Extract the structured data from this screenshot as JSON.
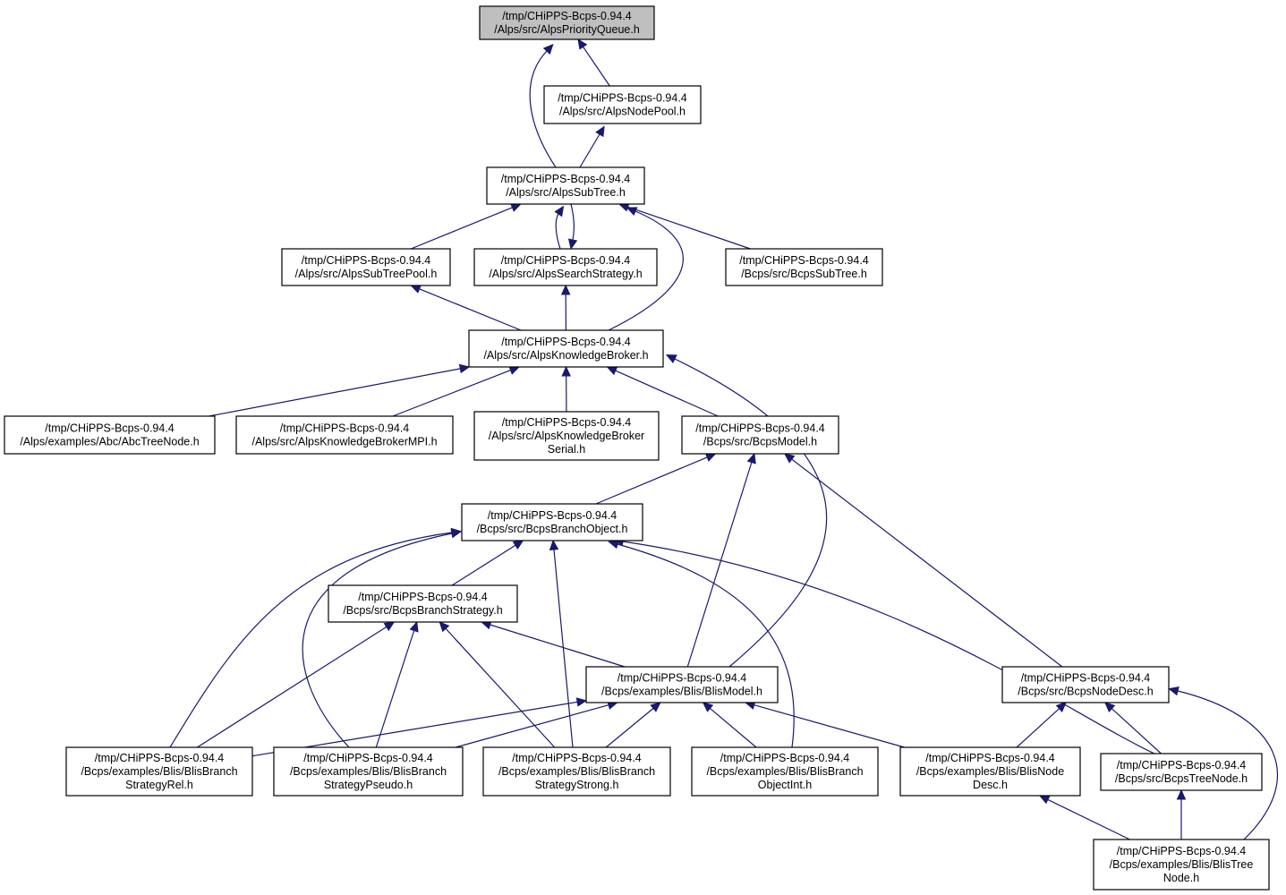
{
  "graph": {
    "nodes": [
      {
        "id": "pq",
        "lines": [
          "/tmp/CHiPPS-Bcps-0.94.4",
          "/Alps/src/AlpsPriorityQueue.h"
        ],
        "focus": true
      },
      {
        "id": "np",
        "lines": [
          "/tmp/CHiPPS-Bcps-0.94.4",
          "/Alps/src/AlpsNodePool.h"
        ]
      },
      {
        "id": "st",
        "lines": [
          "/tmp/CHiPPS-Bcps-0.94.4",
          "/Alps/src/AlpsSubTree.h"
        ]
      },
      {
        "id": "stp",
        "lines": [
          "/tmp/CHiPPS-Bcps-0.94.4",
          "/Alps/src/AlpsSubTreePool.h"
        ]
      },
      {
        "id": "ss",
        "lines": [
          "/tmp/CHiPPS-Bcps-0.94.4",
          "/Alps/src/AlpsSearchStrategy.h"
        ]
      },
      {
        "id": "bst",
        "lines": [
          "/tmp/CHiPPS-Bcps-0.94.4",
          "/Bcps/src/BcpsSubTree.h"
        ]
      },
      {
        "id": "kb",
        "lines": [
          "/tmp/CHiPPS-Bcps-0.94.4",
          "/Alps/src/AlpsKnowledgeBroker.h"
        ]
      },
      {
        "id": "abc",
        "lines": [
          "/tmp/CHiPPS-Bcps-0.94.4",
          "/Alps/examples/Abc/AbcTreeNode.h"
        ]
      },
      {
        "id": "kbmpi",
        "lines": [
          "/tmp/CHiPPS-Bcps-0.94.4",
          "/Alps/src/AlpsKnowledgeBrokerMPI.h"
        ]
      },
      {
        "id": "kbser",
        "lines": [
          "/tmp/CHiPPS-Bcps-0.94.4",
          "/Alps/src/AlpsKnowledgeBroker",
          "Serial.h"
        ]
      },
      {
        "id": "bm",
        "lines": [
          "/tmp/CHiPPS-Bcps-0.94.4",
          "/Bcps/src/BcpsModel.h"
        ]
      },
      {
        "id": "bbo",
        "lines": [
          "/tmp/CHiPPS-Bcps-0.94.4",
          "/Bcps/src/BcpsBranchObject.h"
        ]
      },
      {
        "id": "bbs",
        "lines": [
          "/tmp/CHiPPS-Bcps-0.94.4",
          "/Bcps/src/BcpsBranchStrategy.h"
        ]
      },
      {
        "id": "blm",
        "lines": [
          "/tmp/CHiPPS-Bcps-0.94.4",
          "/Bcps/examples/Blis/BlisModel.h"
        ]
      },
      {
        "id": "bnd",
        "lines": [
          "/tmp/CHiPPS-Bcps-0.94.4",
          "/Bcps/src/BcpsNodeDesc.h"
        ]
      },
      {
        "id": "bsrel",
        "lines": [
          "/tmp/CHiPPS-Bcps-0.94.4",
          "/Bcps/examples/Blis/BlisBranch",
          "StrategyRel.h"
        ]
      },
      {
        "id": "bsps",
        "lines": [
          "/tmp/CHiPPS-Bcps-0.94.4",
          "/Bcps/examples/Blis/BlisBranch",
          "StrategyPseudo.h"
        ]
      },
      {
        "id": "bsstr",
        "lines": [
          "/tmp/CHiPPS-Bcps-0.94.4",
          "/Bcps/examples/Blis/BlisBranch",
          "StrategyStrong.h"
        ]
      },
      {
        "id": "bboi",
        "lines": [
          "/tmp/CHiPPS-Bcps-0.94.4",
          "/Bcps/examples/Blis/BlisBranch",
          "ObjectInt.h"
        ]
      },
      {
        "id": "blnd",
        "lines": [
          "/tmp/CHiPPS-Bcps-0.94.4",
          "/Bcps/examples/Blis/BlisNode",
          "Desc.h"
        ]
      },
      {
        "id": "btn",
        "lines": [
          "/tmp/CHiPPS-Bcps-0.94.4",
          "/Bcps/src/BcpsTreeNode.h"
        ]
      },
      {
        "id": "bltn",
        "lines": [
          "/tmp/CHiPPS-Bcps-0.94.4",
          "/Bcps/examples/Blis/BlisTree",
          "Node.h"
        ]
      }
    ],
    "edges": [
      {
        "from": "np",
        "to": "pq"
      },
      {
        "from": "st",
        "to": "pq"
      },
      {
        "from": "st",
        "to": "np"
      },
      {
        "from": "stp",
        "to": "st"
      },
      {
        "from": "ss",
        "to": "st"
      },
      {
        "from": "st",
        "to": "ss"
      },
      {
        "from": "bst",
        "to": "st"
      },
      {
        "from": "kb",
        "to": "st"
      },
      {
        "from": "kb",
        "to": "stp"
      },
      {
        "from": "kb",
        "to": "ss"
      },
      {
        "from": "abc",
        "to": "kb"
      },
      {
        "from": "kbmpi",
        "to": "kb"
      },
      {
        "from": "kbser",
        "to": "kb"
      },
      {
        "from": "bm",
        "to": "kb"
      },
      {
        "from": "blm",
        "to": "kb"
      },
      {
        "from": "bbo",
        "to": "bm"
      },
      {
        "from": "blm",
        "to": "bm"
      },
      {
        "from": "bnd",
        "to": "bm"
      },
      {
        "from": "bbs",
        "to": "bbo"
      },
      {
        "from": "bsrel",
        "to": "bbo"
      },
      {
        "from": "bsps",
        "to": "bbo"
      },
      {
        "from": "bsstr",
        "to": "bbo"
      },
      {
        "from": "bboi",
        "to": "bbo"
      },
      {
        "from": "btn",
        "to": "bbo"
      },
      {
        "from": "blm",
        "to": "bbs"
      },
      {
        "from": "bsrel",
        "to": "bbs"
      },
      {
        "from": "bsps",
        "to": "bbs"
      },
      {
        "from": "bsstr",
        "to": "bbs"
      },
      {
        "from": "bsrel",
        "to": "blm"
      },
      {
        "from": "bsps",
        "to": "blm"
      },
      {
        "from": "bsstr",
        "to": "blm"
      },
      {
        "from": "bboi",
        "to": "blm"
      },
      {
        "from": "blnd",
        "to": "blm"
      },
      {
        "from": "blnd",
        "to": "bnd"
      },
      {
        "from": "btn",
        "to": "bnd"
      },
      {
        "from": "bltn",
        "to": "bnd"
      },
      {
        "from": "bltn",
        "to": "blnd"
      },
      {
        "from": "bltn",
        "to": "btn"
      }
    ]
  }
}
